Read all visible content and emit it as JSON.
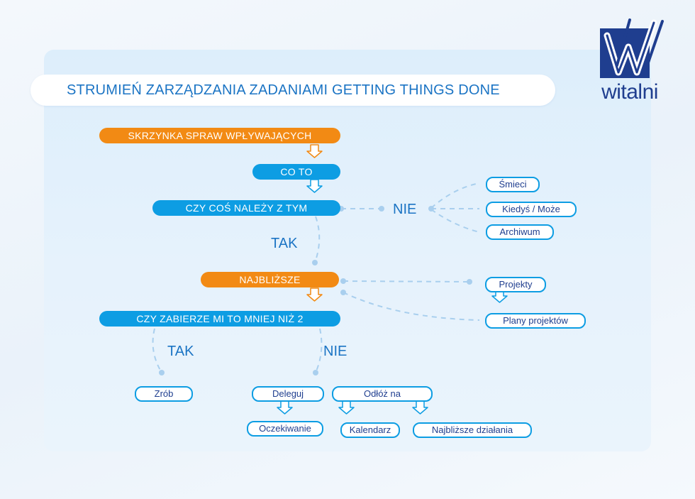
{
  "title": "STRUMIEŃ ZARZĄDZANIA ZADANIAMI GETTING THINGS DONE",
  "brand": {
    "name": "witalni"
  },
  "colors": {
    "orange": "#f28a14",
    "blue": "#0d9de3",
    "title": "#1b74c4",
    "navy": "#1f3e8f"
  },
  "steps": {
    "inbox": "SKRZYNKA SPRAW WPŁYWAJĄCYCH",
    "what": "CO TO",
    "actionable": "CZY COŚ NALEŻY Z TYM",
    "next": "NAJBLIŻSZE",
    "two_min": "CZY ZABIERZE MI TO MNIEJ NIŻ 2"
  },
  "labels": {
    "no_1": "NIE",
    "yes_1": "TAK",
    "yes_2": "TAK",
    "no_2": "NIE"
  },
  "outcomes": {
    "trash": "Śmieci",
    "someday": "Kiedyś / Może",
    "archive": "Archiwum",
    "projects": "Projekty",
    "project_plans": "Plany projektów",
    "do": "Zrób",
    "delegate": "Deleguj",
    "waiting": "Oczekiwanie",
    "defer": "Odłóż na",
    "calendar": "Kalendarz",
    "next_actions": "Najbliższe działania"
  }
}
